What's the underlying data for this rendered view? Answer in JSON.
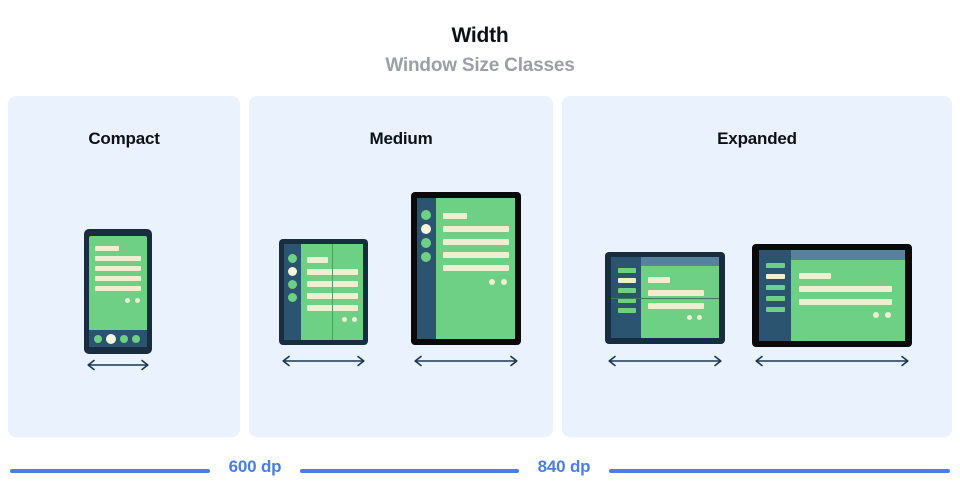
{
  "header": {
    "title": "Width",
    "subtitle": "Window Size Classes"
  },
  "panels": [
    {
      "id": "compact",
      "label": "Compact"
    },
    {
      "id": "medium",
      "label": "Medium"
    },
    {
      "id": "expanded",
      "label": "Expanded"
    }
  ],
  "breakpoints": [
    {
      "id": "bp-600",
      "label": "600 dp"
    },
    {
      "id": "bp-840",
      "label": "840 dp"
    }
  ],
  "colors": {
    "panel_background": "#eaf2fd",
    "device_frame_dark": "#182d3f",
    "device_frame_black": "#0a0a0a",
    "screen_green": "#6ED085",
    "content_cream": "#EDEFD0",
    "nav_rail_blue": "#2B5470",
    "top_bar_blue": "#55829f",
    "accent_blue": "#4a7fe0",
    "title_text": "#0d1117",
    "subtitle_text": "#9aa0a6",
    "arrow_color": "#1b3850"
  },
  "devices": [
    {
      "id": "phone-compact",
      "panel": "compact",
      "form": "phone",
      "orientation": "portrait"
    },
    {
      "id": "foldable-folded",
      "panel": "medium",
      "form": "foldable-folded",
      "orientation": "portrait"
    },
    {
      "id": "tablet-portrait",
      "panel": "medium",
      "form": "tablet",
      "orientation": "portrait"
    },
    {
      "id": "foldable-unfolded",
      "panel": "expanded",
      "form": "foldable-unfolded",
      "orientation": "landscape"
    },
    {
      "id": "tablet-landscape",
      "panel": "expanded",
      "form": "tablet",
      "orientation": "landscape"
    }
  ],
  "icons": {
    "width_arrow": "double-headed-horizontal-arrow"
  }
}
